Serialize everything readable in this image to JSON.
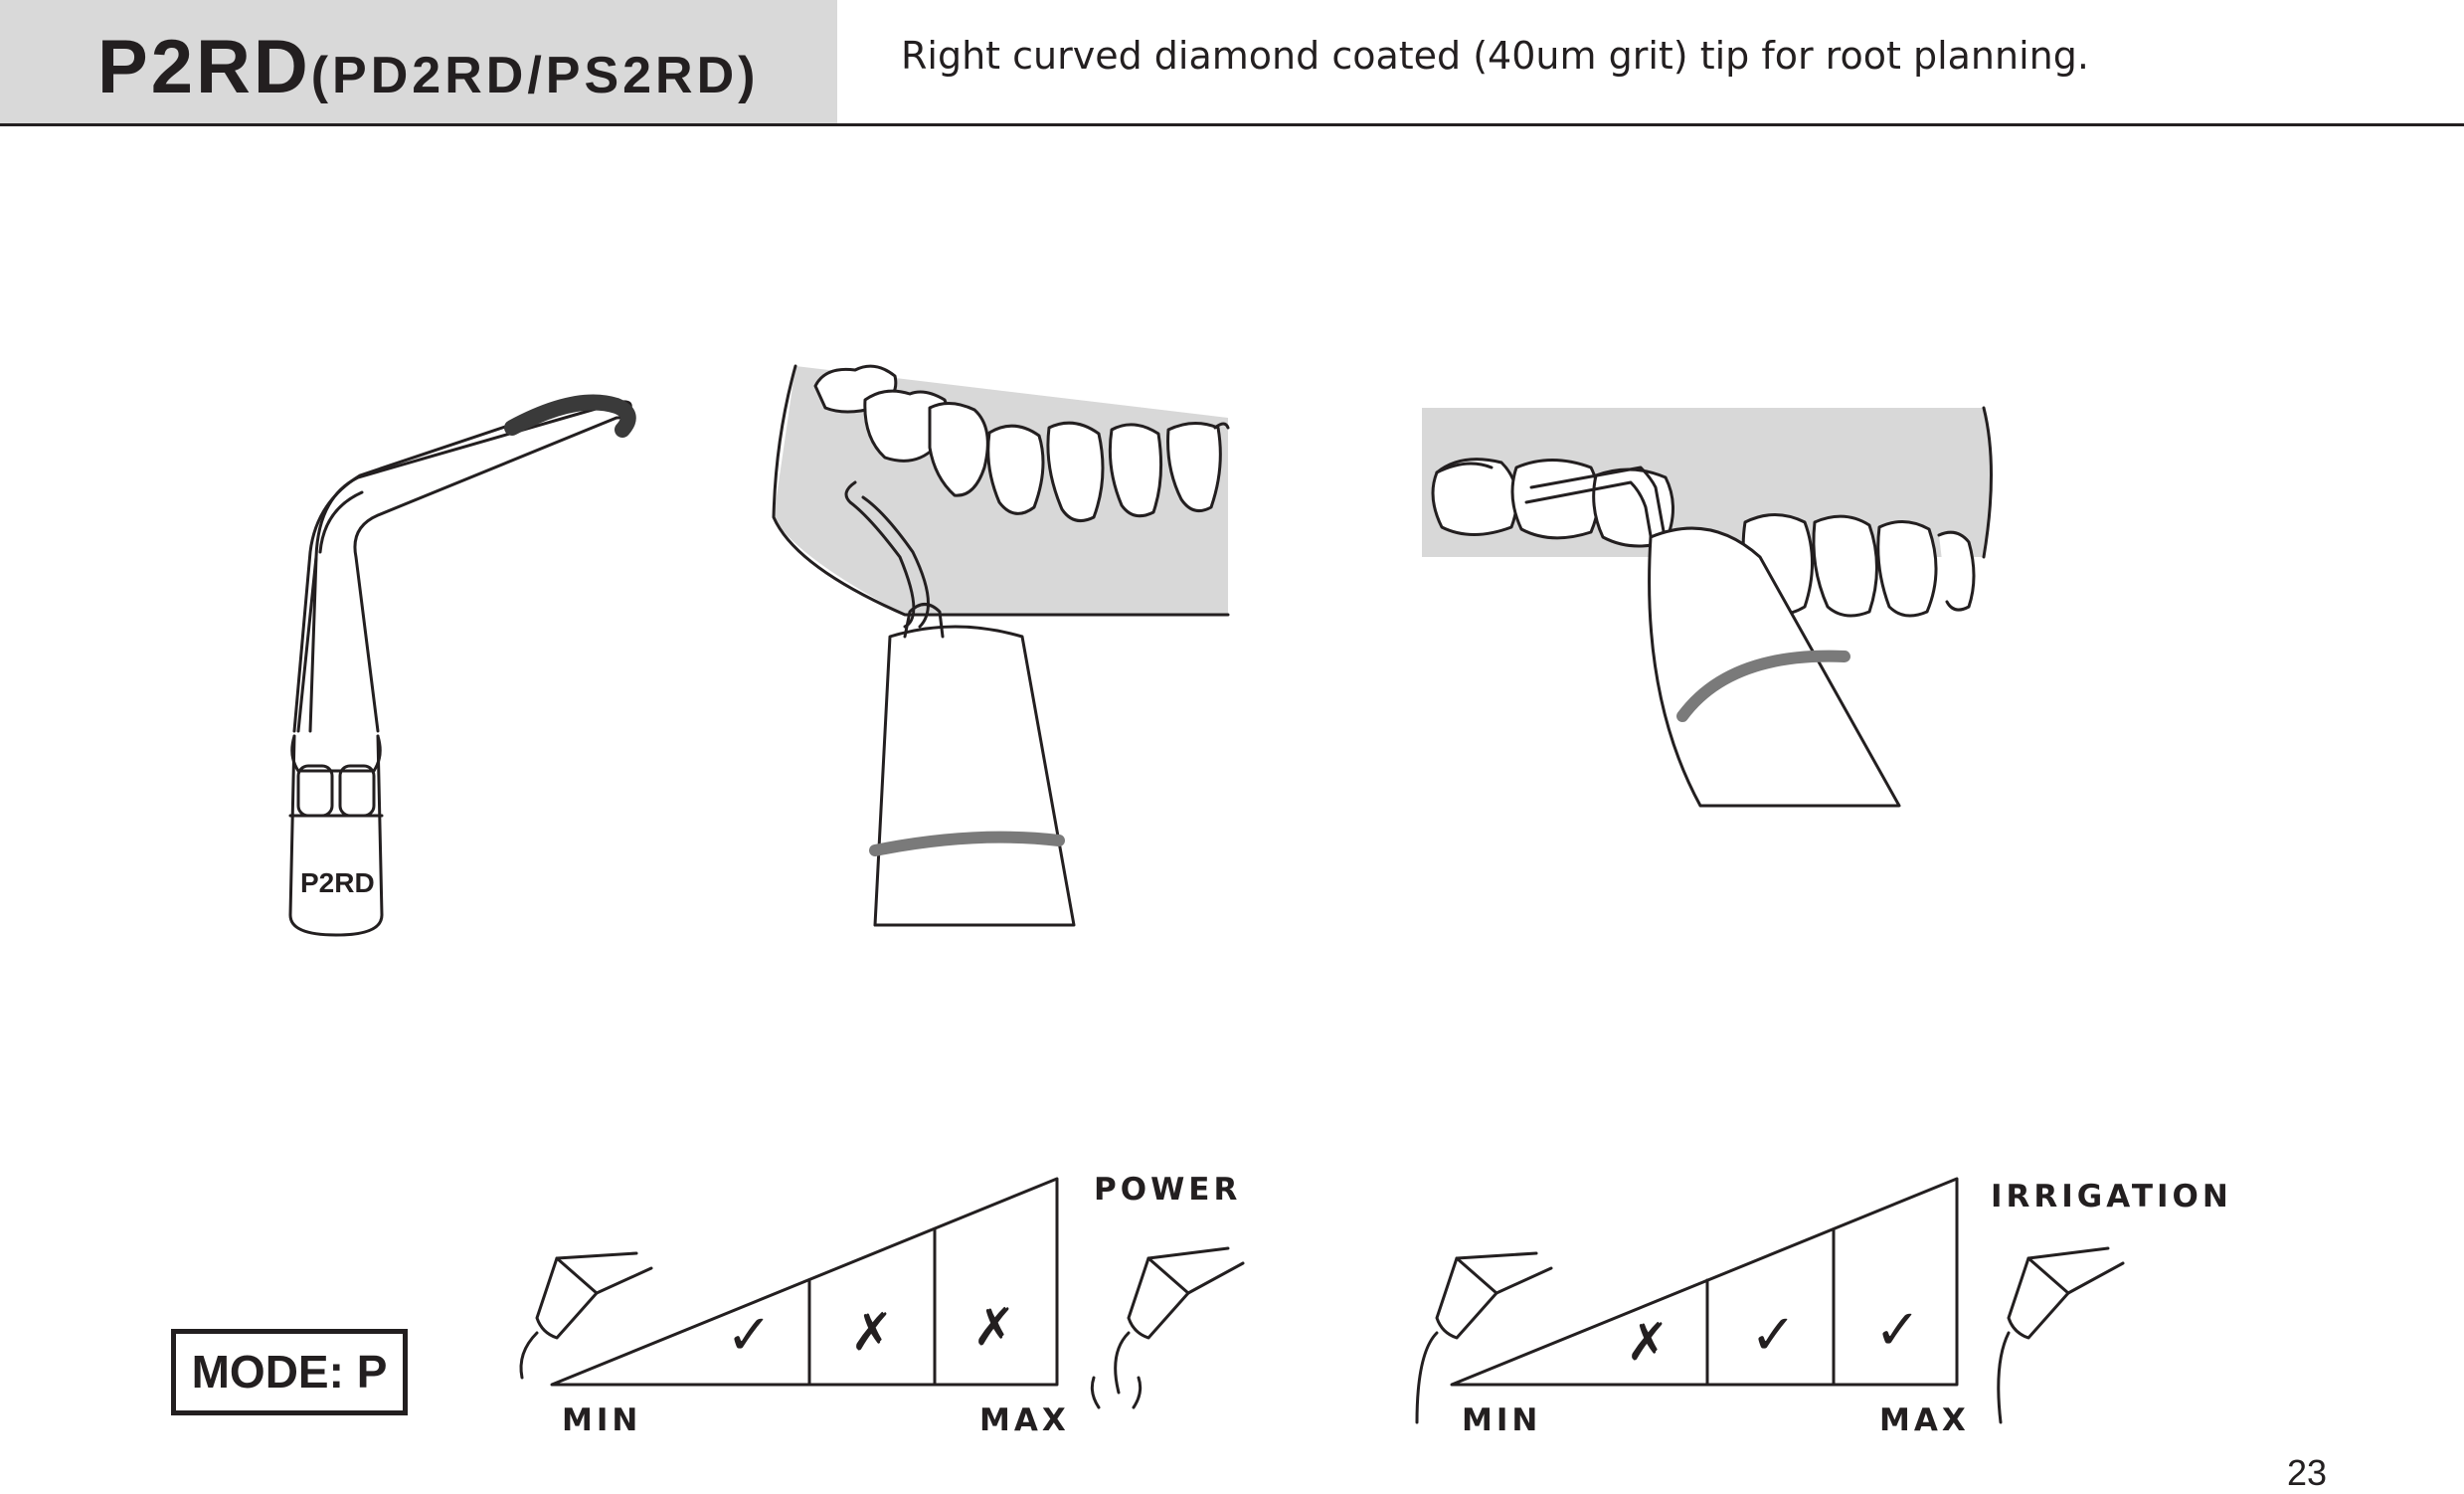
{
  "header": {
    "model": "P2RD",
    "variants": "(PD2RD/PS2RD)",
    "description": "Right curved diamond coated (40um grit) tip for root planning."
  },
  "tip": {
    "engraving": "P2RD"
  },
  "mode": {
    "label": "MODE: P"
  },
  "power_scale": {
    "title": "POWER",
    "min_label": "MIN",
    "max_label": "MAX",
    "cells": [
      "✓",
      "✗",
      "✗"
    ]
  },
  "irrigation_scale": {
    "title": "IRRIGATION",
    "min_label": "MIN",
    "max_label": "MAX",
    "cells": [
      "✗",
      "✓",
      "✓"
    ]
  },
  "page_number": "23"
}
